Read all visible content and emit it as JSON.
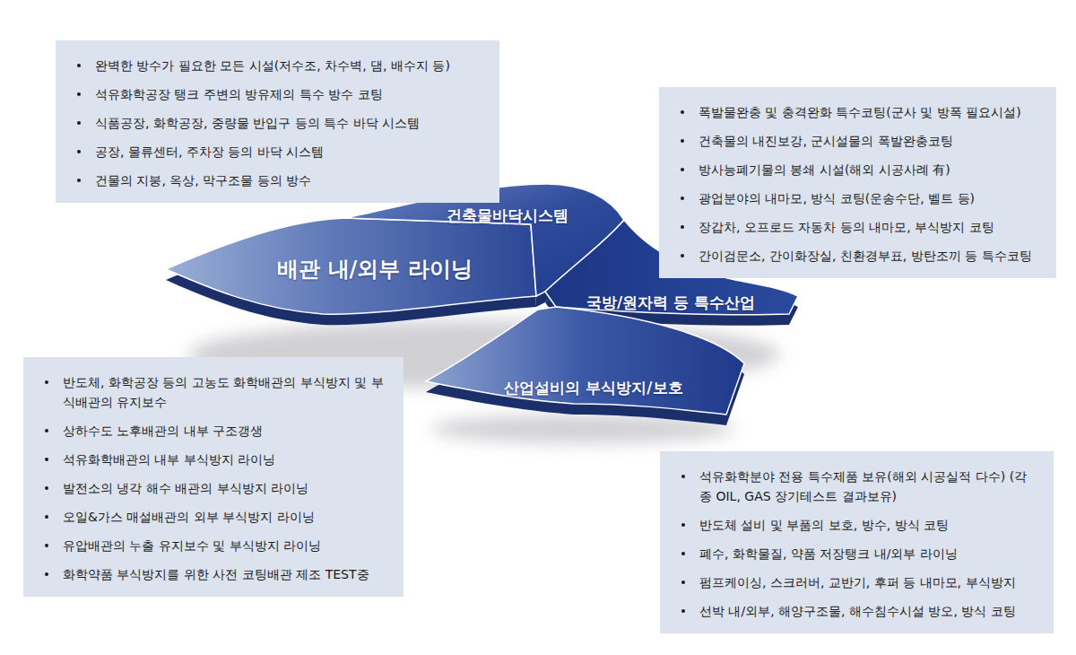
{
  "diagram": {
    "nodes": [
      {
        "text": [
          "완벽한 방수가 필요한 모든 시설(저수조, 차수벽, 댐, 배수지 등)",
          "석유화학공장 탱크 주변의 방유제의 특수 방수 코팅",
          "식품공장, 화학공장, 중량물 반입구 등의 특수 바닥 시스템",
          "공장, 물류센터, 주차장 등의 바닥 시스템",
          "건물의 지붕, 옥상, 막구조물 등의 방수"
        ]
      },
      {
        "text": [
          "건축물바닥시스템"
        ]
      },
      {
        "text": [
          "폭발물완충 및 충격완화 특수코팅(군사 및 방폭 필요시설)",
          "건축물의 내진보강, 군시설물의 폭발완충코팅",
          "방사능폐기물의 봉쇄 시설(해외 시공사례 有)",
          "광업분야의 내마모, 방식 코팅(운송수단, 벨트 등)",
          "장갑차, 오프로드 자동차 등의 내마모, 부식방지 코팅",
          "간이검문소, 간이화장실, 친환경부표, 방탄조끼 등 특수코팅"
        ]
      },
      {
        "text": [
          "배관 내/외부 라이닝"
        ]
      },
      {
        "text": [
          "국방/원자력 등 특수산업"
        ]
      },
      {
        "text": [
          "반도체, 화학공장 등의 고농도 화학배관의 부식방지 및 부식배관의 유지보수",
          "상하수도 노후배관의 내부 구조갱생",
          "석유화학배관의 내부 부식방지 라이닝",
          "발전소의 냉각 해수 배관의 부식방지 라이닝",
          "오일&가스 매설배관의 외부 부식방지 라이닝",
          "유압배관의 누출 유지보수 및 부식방지 라이닝",
          "화학약품 부식방지를 위한 사전 코팅배관 제조 TEST중"
        ]
      },
      {
        "text": [
          "산업설비의 부식방지/보호"
        ]
      },
      {
        "text": [
          "석유화학분야 전용 특수제품 보유(해외 시공실적 다수) (각 종 OIL, GAS 장기테스트 결과보유)",
          "반도체 설비 및 부품의 보호, 방수, 방식 코팅",
          "폐수, 화학물질, 약품 저장탱크 내/외부 라이닝",
          "펌프케이싱, 스크러버, 교반기, 후퍼 등 내마모, 부식방지",
          "선박 내/외부, 해양구조물, 해수침수시설 방오, 방식 코팅"
        ]
      }
    ]
  }
}
